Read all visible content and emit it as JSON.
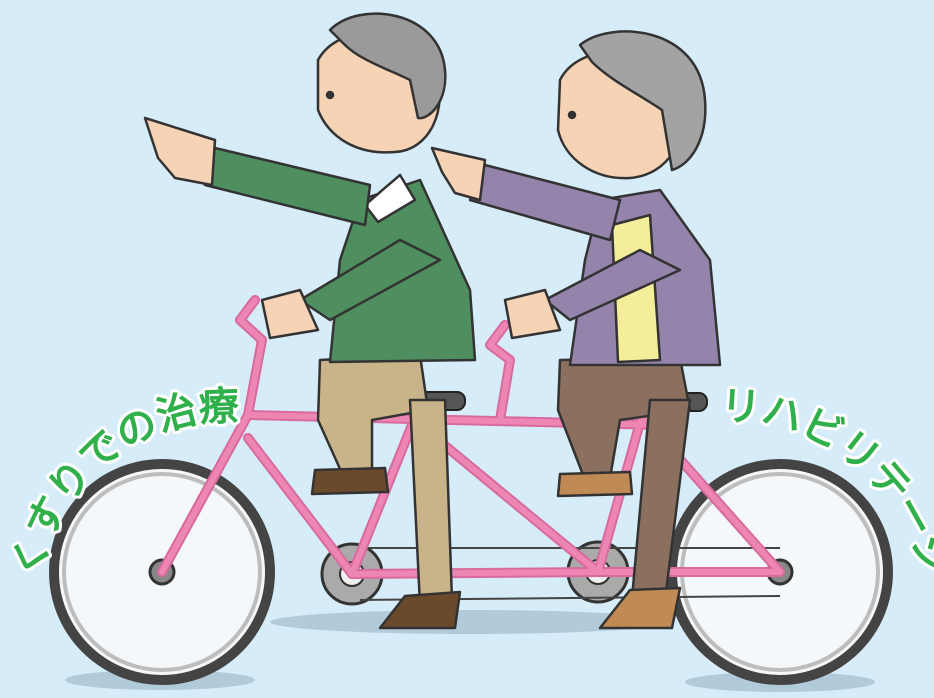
{
  "labels": {
    "left": "くすりでの治療",
    "right": "リハビリテーション"
  },
  "colors": {
    "background": "#d6ecf8",
    "label_green": "#2fb04a",
    "bike_pink": "#ee86b4",
    "man_sweater": "#4f8f5f",
    "woman_cardigan": "#9484ac"
  },
  "illustration": {
    "subject": "elderly couple riding a tandem bicycle, both pointing forward"
  }
}
